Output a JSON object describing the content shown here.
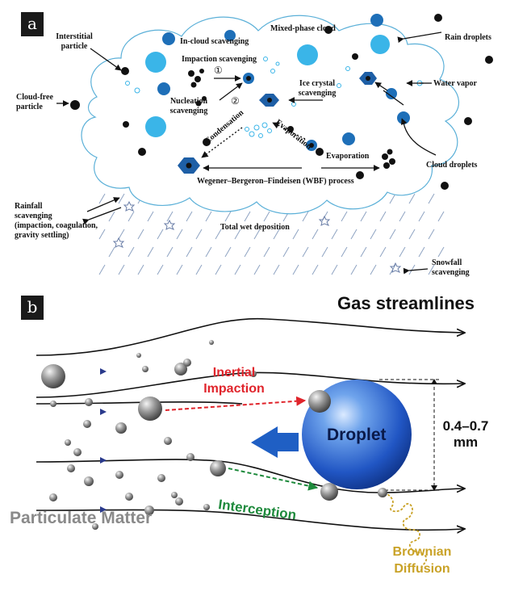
{
  "panel_a": {
    "label": "a",
    "mixed_phase_cloud": "Mixed-phase cloud",
    "in_cloud_scavenging": "In-cloud scavenging",
    "interstitial_particle": [
      "Interstitial",
      "particle"
    ],
    "impaction_scavenging": "Impaction scavenging",
    "step_1": "①",
    "step_2": "②",
    "nucleation_scavenging": [
      "Nucleation",
      "scavenging"
    ],
    "ice_crystal_scavenging": [
      "Ice crystal",
      "scavenging"
    ],
    "cloud_free_particle": [
      "Cloud-free",
      "particle"
    ],
    "rain_droplets": "Rain droplets",
    "water_vapor": "Water vapor",
    "cloud_droplets": "Cloud droplets",
    "condensation": "Condensation",
    "evaporation_diag": "Evaporation",
    "evaporation_right": "Evaporation",
    "wbf_process": "Wegener–Bergeron–Findeisen (WBF) process",
    "rainfall_scavenging": [
      "Rainfall",
      "scavenging",
      "(impaction, coagulation,",
      "gravity settling)"
    ],
    "total_wet_deposition": "Total wet deposition",
    "snowfall_scavenging": [
      "Snowfall",
      "scavenging"
    ]
  },
  "panel_b": {
    "label": "b",
    "gas_streamlines": "Gas streamlines",
    "inertial_impaction": [
      "Inertial",
      "Impaction"
    ],
    "droplet": "Droplet",
    "droplet_size": [
      "0.4–0.7",
      "mm"
    ],
    "interception": "Interception",
    "particulate_matter": "Particulate Matter",
    "brownian_diffusion": [
      "Brownian",
      "Diffusion"
    ]
  },
  "colors": {
    "cloud_outline": "#5bb0d8",
    "rain_dash": "#8ea3c2",
    "light_droplet": "#3ab5e8",
    "dark_droplet": "#1e6fb8",
    "ice_crystal": "#1e5fa6",
    "inertial_red": "#e0242b",
    "interception_green": "#1e8a3c",
    "brownian_gold": "#c9a227",
    "droplet_blue": "#1f5fc4",
    "particulate_grey": "#8a8a8a"
  }
}
